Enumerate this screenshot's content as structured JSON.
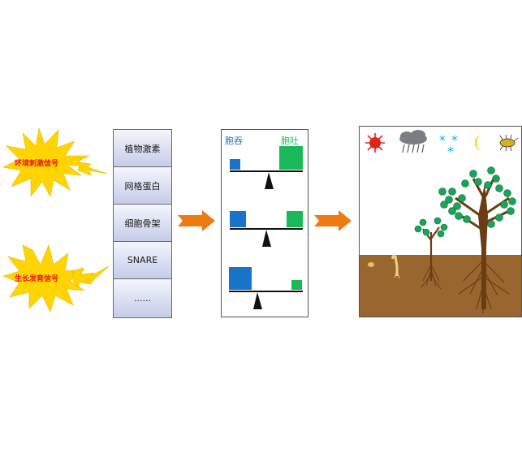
{
  "signals": {
    "env_label": "环境刺激信号",
    "growth_label": "生长发育信号"
  },
  "factors": [
    "植物激素",
    "网格蛋白",
    "细胞骨架",
    "SNARE",
    "......"
  ],
  "balance": {
    "left_label": "胞吞",
    "right_label": "胞吐",
    "left_color": "#1874c8",
    "right_color": "#19b85a"
  },
  "environment_icons": [
    "sun-icon",
    "rain-cloud-icon",
    "snowflake-icon",
    "moon-icon",
    "insect-icon"
  ],
  "colors": {
    "arrow": "#ee7a12",
    "burst": "#ffd400",
    "soil": "#9a6630",
    "leaf": "#1aa35a",
    "trunk": "#6b3d14"
  }
}
